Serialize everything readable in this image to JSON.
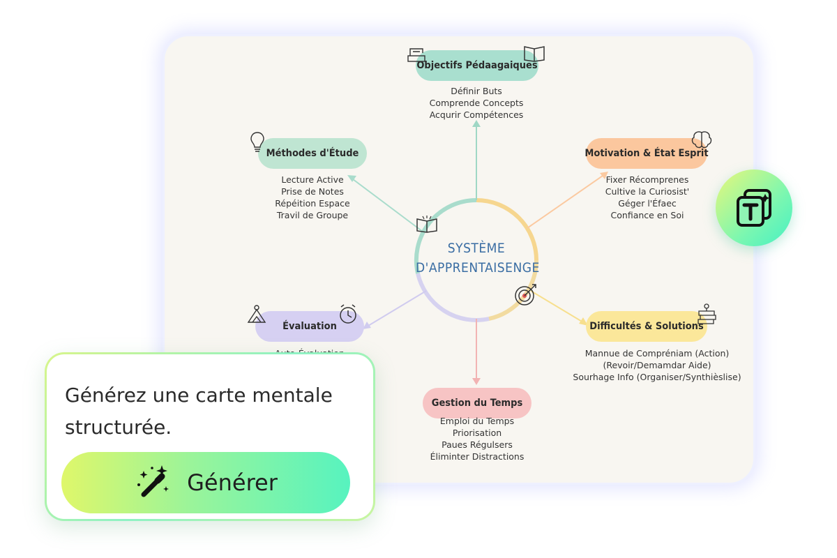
{
  "mindmap": {
    "center": {
      "line1": "SYSTÈME",
      "line2": "D'APPRENTAISENGE"
    },
    "objectifs": {
      "title": "Objectifs Pédaagaiques",
      "items": [
        "Définir Buts",
        "Comprende Concepts",
        "Acqurir Compétences"
      ]
    },
    "methodes": {
      "title": "Méthodes d'Étude",
      "items": [
        "Lecture Active",
        "Prise de Notes",
        "Répéition Espace",
        "Travil de Groupe"
      ]
    },
    "motivation": {
      "title": "Motivation & État Esprit",
      "items": [
        "Fixer Récomprenes",
        "Cultive la Curiosist'",
        "Géger l'Éfaec",
        "Confiance en Soi"
      ]
    },
    "evaluation": {
      "title": "Évaluation",
      "items": [
        "Auto-Évaluation"
      ]
    },
    "difficultes": {
      "title": "Difficultés & Solutions",
      "items": [
        "Mannue de Compréniam (Action)",
        "(Revoir/Demamdar Aide)",
        "Sourhage Info (Organiser/Synthièslise)"
      ]
    },
    "gestion": {
      "title": "Gestion du Temps",
      "items": [
        "Emploi du Temps",
        "Priorisation",
        "Paues Régulsers",
        "Éliminter Distractions"
      ]
    },
    "colors": {
      "objectifs": "#a9dfcf",
      "methodes": "#bfe5d2",
      "motivation": "#fbc79e",
      "evaluation": "#d6d0f2",
      "difficultes": "#fbe79a",
      "gestion": "#f7c4c4"
    }
  },
  "prompt": {
    "text": "Générez une carte mentale structurée."
  },
  "generate_button": {
    "label": "Générer",
    "icon": "magic-wand-icon"
  },
  "badge": {
    "icon": "text-tool-icon"
  }
}
